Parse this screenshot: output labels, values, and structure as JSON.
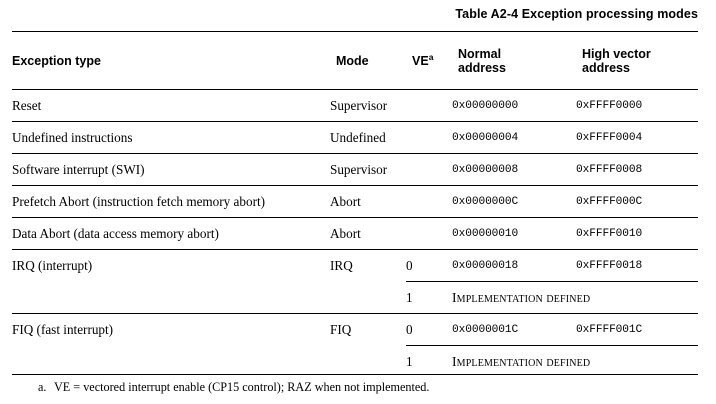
{
  "table": {
    "title": "Table A2-4 Exception processing modes",
    "columns": [
      {
        "key": "type",
        "label": "Exception type"
      },
      {
        "key": "mode",
        "label": "Mode"
      },
      {
        "key": "ve",
        "label": "VE",
        "footnote_mark": "a"
      },
      {
        "key": "norm",
        "label": "Normal address",
        "line1": "Normal",
        "line2": "address"
      },
      {
        "key": "high",
        "label": "High vector address",
        "line1": "High vector",
        "line2": "address"
      }
    ],
    "rows": [
      {
        "type": "Reset",
        "mode": "Supervisor",
        "ve": "",
        "normal_address": "0x00000000",
        "high_vector_address": "0xFFFF0000",
        "divider": "full"
      },
      {
        "type": "Undefined instructions",
        "mode": "Undefined",
        "ve": "",
        "normal_address": "0x00000004",
        "high_vector_address": "0xFFFF0004",
        "divider": "full"
      },
      {
        "type": "Software interrupt (SWI)",
        "mode": "Supervisor",
        "ve": "",
        "normal_address": "0x00000008",
        "high_vector_address": "0xFFFF0008",
        "divider": "full"
      },
      {
        "type": "Prefetch Abort (instruction fetch memory abort)",
        "mode": "Abort",
        "ve": "",
        "normal_address": "0x0000000C",
        "high_vector_address": "0xFFFF000C",
        "divider": "full"
      },
      {
        "type": "Data Abort (data access memory abort)",
        "mode": "Abort",
        "ve": "",
        "normal_address": "0x00000010",
        "high_vector_address": "0xFFFF0010",
        "divider": "full"
      },
      {
        "type": "IRQ (interrupt)",
        "mode": "IRQ",
        "ve": "0",
        "normal_address": "0x00000018",
        "high_vector_address": "0xFFFF0018",
        "divider": "full"
      },
      {
        "type": "",
        "mode": "",
        "ve": "1",
        "implementation_defined": "Implementation defined",
        "divider": "partial"
      },
      {
        "type": "FIQ (fast interrupt)",
        "mode": "FIQ",
        "ve": "0",
        "normal_address": "0x0000001C",
        "high_vector_address": "0xFFFF001C",
        "divider": "full"
      },
      {
        "type": "",
        "mode": "",
        "ve": "1",
        "implementation_defined": "Implementation defined",
        "divider": "partial"
      }
    ],
    "footnote": {
      "mark": "a.",
      "text": "VE = vectored interrupt enable (CP15 control); RAZ when not implemented."
    }
  }
}
